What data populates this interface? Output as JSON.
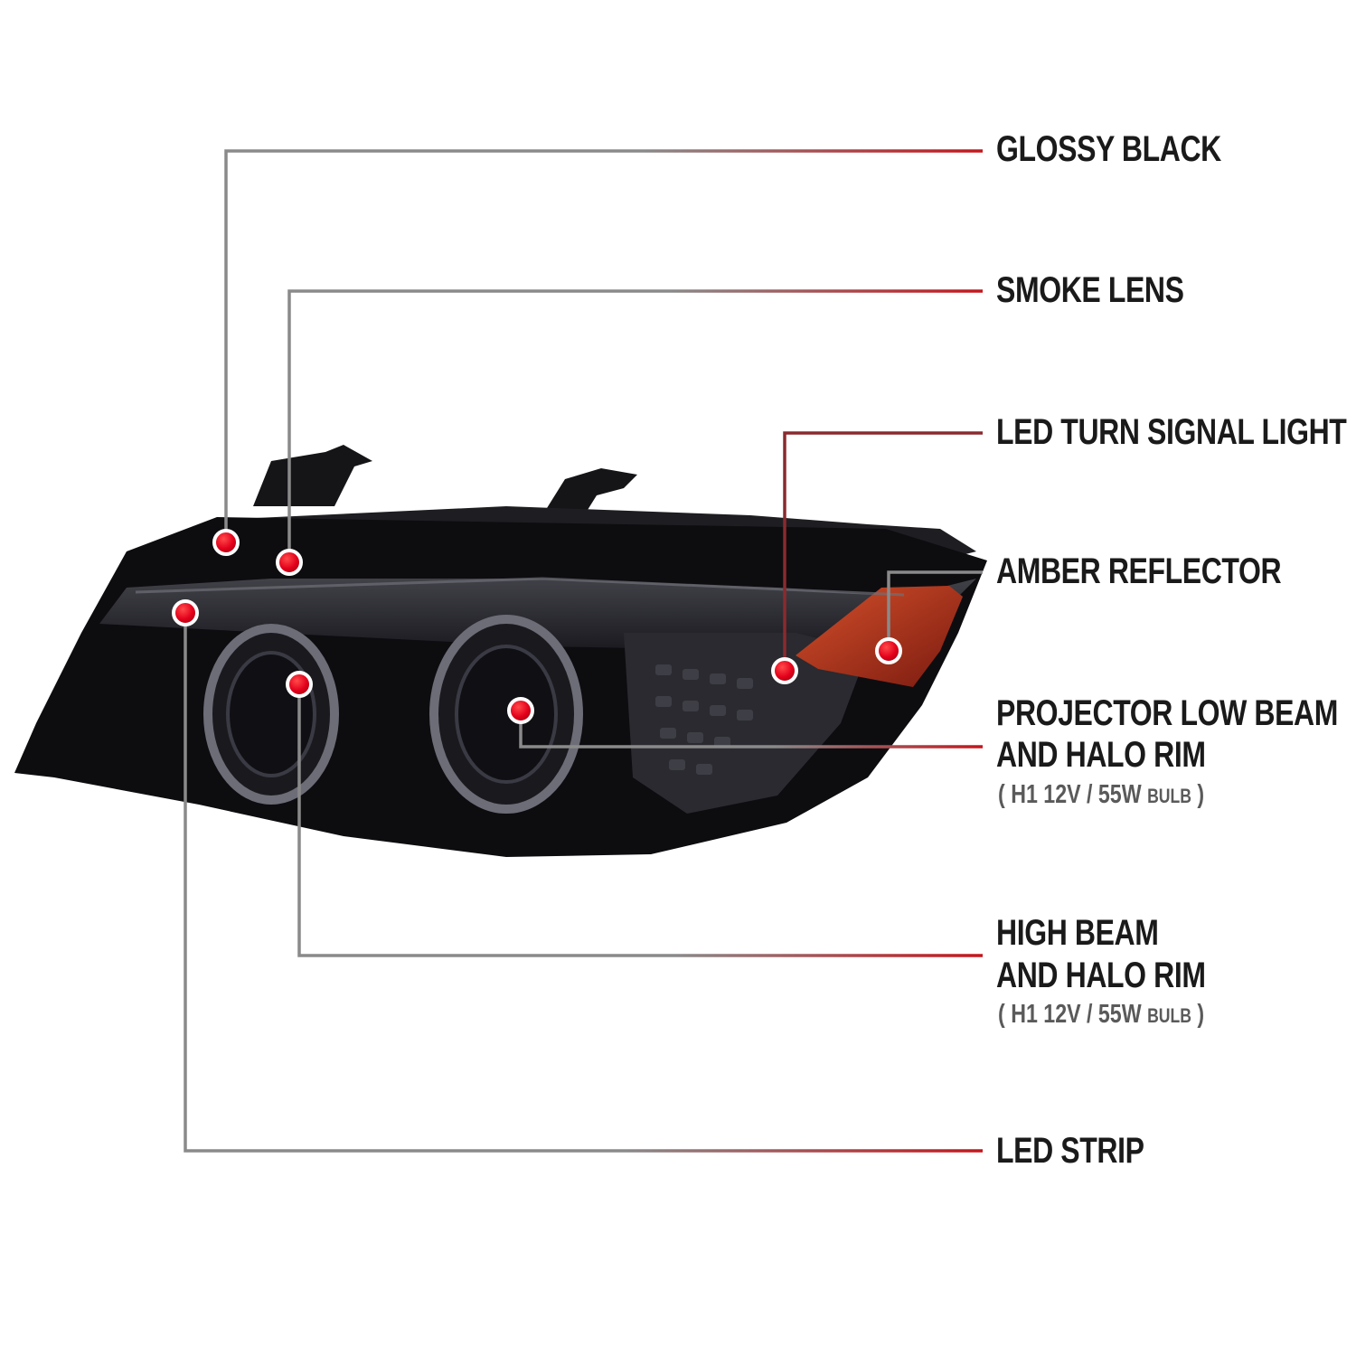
{
  "callouts": [
    {
      "id": "glossy-black",
      "lines": [
        "GLOSSY BLACK"
      ]
    },
    {
      "id": "smoke-lens",
      "lines": [
        "SMOKE LENS"
      ]
    },
    {
      "id": "led-turn-signal",
      "lines": [
        "LED TURN SIGNAL LIGHT"
      ]
    },
    {
      "id": "amber-reflector",
      "lines": [
        "AMBER REFLECTOR"
      ]
    },
    {
      "id": "projector-low-beam",
      "lines": [
        "PROJECTOR LOW BEAM",
        "AND HALO RIM"
      ],
      "note": {
        "open": "(",
        "spec": "H1  12V / 55W",
        "unit": "BULB",
        "close": ")"
      }
    },
    {
      "id": "high-beam",
      "lines": [
        "HIGH BEAM",
        "AND HALO RIM"
      ],
      "note": {
        "open": "(",
        "spec": "H1  12V / 55W",
        "unit": "BULB",
        "close": ")"
      }
    },
    {
      "id": "led-strip",
      "lines": [
        "LED STRIP"
      ]
    }
  ],
  "colors": {
    "leader_gray": "#8a8a8a",
    "leader_red": "#c4161c",
    "dot_red": "#e3001b",
    "housing": "#0d0d10",
    "amber": "#b3321a"
  }
}
